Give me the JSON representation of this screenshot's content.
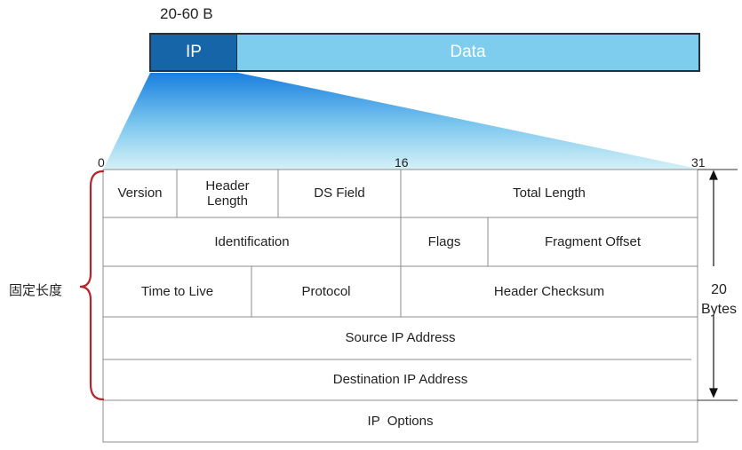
{
  "header": {
    "size_label": "20-60 B",
    "ip_label": "IP",
    "data_label": "Data"
  },
  "bits": {
    "start": "0",
    "middle": "16",
    "end": "31"
  },
  "fields": {
    "version": "Version",
    "header_length": "Header\nLength",
    "ds_field": "DS Field",
    "total_length": "Total Length",
    "identification": "Identification",
    "flags": "Flags",
    "fragment_offset": "Fragment Offset",
    "ttl": "Time to Live",
    "protocol": "Protocol",
    "header_checksum": "Header Checksum",
    "source_ip": "Source IP Address",
    "destination_ip": "Destination IP Address",
    "ip_options": "IP  Options"
  },
  "annotations": {
    "fixed_length": "固定长度",
    "bytes": "20\nBytes"
  },
  "colors": {
    "ip": "#1565a8",
    "data": "#7fcdee",
    "brace": "#b3262c",
    "grid": "#8c8c8c"
  }
}
